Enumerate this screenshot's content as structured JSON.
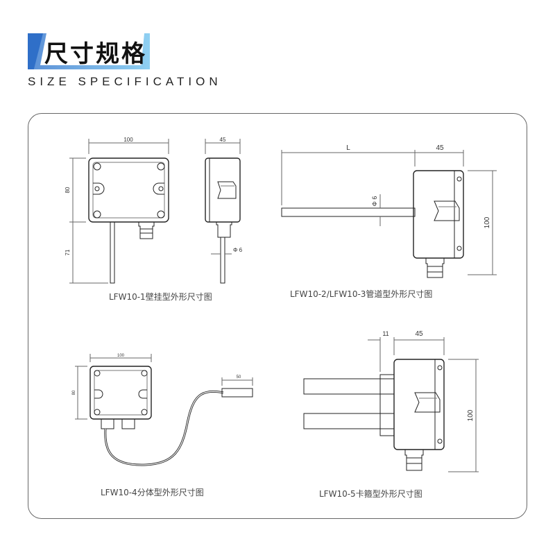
{
  "header": {
    "title_cn": "尺寸规格",
    "title_en": "SIZE SPECIFICATION"
  },
  "colors": {
    "accent_dark": "#2f6fc8",
    "accent_light": "#8fd0f2",
    "line": "#222222"
  },
  "figures": [
    {
      "caption": "LFW10-1壁挂型外形尺寸图",
      "dims": {
        "width": "100",
        "height": "80",
        "probe": "71",
        "depth": "45",
        "diameter": "Φ 6"
      }
    },
    {
      "caption": "LFW10-2/LFW10-3管道型外形尺寸图",
      "dims": {
        "length": "L",
        "depth": "45",
        "height": "100",
        "diameter": "Φ 6"
      }
    },
    {
      "caption": "LFW10-4分体型外形尺寸图",
      "dims": {
        "width": "100",
        "height": "80",
        "probe": "50"
      }
    },
    {
      "caption": "LFW10-5卡箍型外形尺寸图",
      "dims": {
        "clamp": "11",
        "depth": "45",
        "height": "100"
      }
    }
  ]
}
